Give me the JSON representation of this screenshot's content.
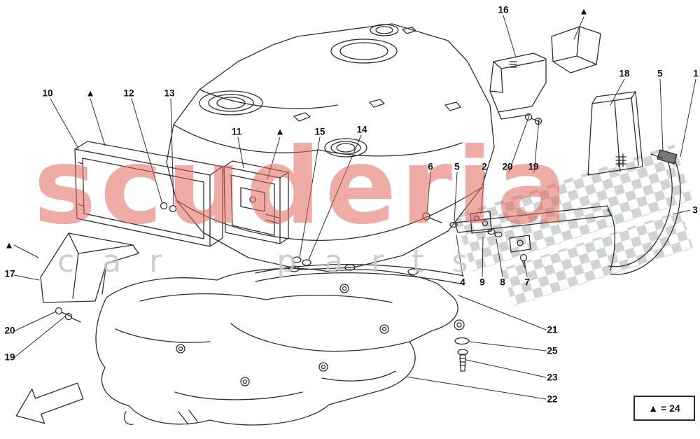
{
  "title": "Fuel tank insulation and protection - parts diagram",
  "watermark": {
    "title": "scuderia",
    "subtitle": "car parts",
    "color_title": "#e2675c",
    "color_subtitle": "#c3c7c9"
  },
  "legend": {
    "text": "▲ = 24"
  },
  "colors": {
    "line": "#2f2f2f",
    "checker": "#99a1a7"
  },
  "callouts": [
    {
      "label": "16"
    },
    {
      "label": "▲"
    },
    {
      "label": "18"
    },
    {
      "label": "5"
    },
    {
      "label": "1"
    },
    {
      "label": "10"
    },
    {
      "label": "▲"
    },
    {
      "label": "12"
    },
    {
      "label": "13"
    },
    {
      "label": "11"
    },
    {
      "label": "▲"
    },
    {
      "label": "15"
    },
    {
      "label": "14"
    },
    {
      "label": "6"
    },
    {
      "label": "5"
    },
    {
      "label": "2"
    },
    {
      "label": "20"
    },
    {
      "label": "19"
    },
    {
      "label": "3"
    },
    {
      "label": "▲"
    },
    {
      "label": "17"
    },
    {
      "label": "20"
    },
    {
      "label": "19"
    },
    {
      "label": "4"
    },
    {
      "label": "9"
    },
    {
      "label": "8"
    },
    {
      "label": "7"
    },
    {
      "label": "21"
    },
    {
      "label": "25"
    },
    {
      "label": "23"
    },
    {
      "label": "22"
    }
  ]
}
